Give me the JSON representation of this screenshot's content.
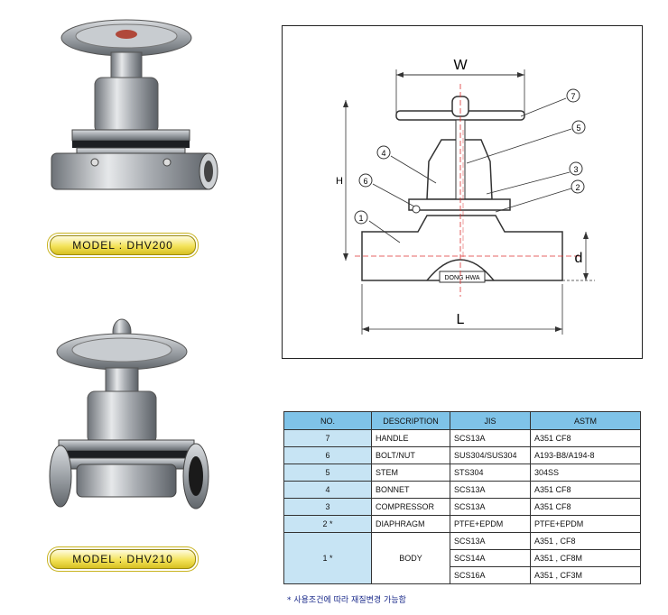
{
  "models": [
    {
      "label": "MODEL : DHV200"
    },
    {
      "label": "MODEL : DHV210"
    }
  ],
  "drawing": {
    "dim_w": "W",
    "dim_h": "H",
    "dim_l": "L",
    "dim_d": "d",
    "brand": "DONG HWA",
    "callouts": [
      "1",
      "2",
      "3",
      "4",
      "5",
      "6",
      "7"
    ]
  },
  "table": {
    "headers": [
      "NO.",
      "DESCRIPTION",
      "JIS",
      "ASTM"
    ],
    "rows": [
      {
        "no": "7",
        "desc": "HANDLE",
        "jis": "SCS13A",
        "astm": "A351 CF8"
      },
      {
        "no": "6",
        "desc": "BOLT/NUT",
        "jis": "SUS304/SUS304",
        "astm": "A193-B8/A194-8"
      },
      {
        "no": "5",
        "desc": "STEM",
        "jis": "STS304",
        "astm": "304SS"
      },
      {
        "no": "4",
        "desc": "BONNET",
        "jis": "SCS13A",
        "astm": "A351 CF8"
      },
      {
        "no": "3",
        "desc": "COMPRESSOR",
        "jis": "SCS13A",
        "astm": "A351 CF8"
      },
      {
        "no": "2 *",
        "desc": "DIAPHRAGM",
        "jis": "PTFE+EPDM",
        "astm": "PTFE+EPDM"
      }
    ],
    "body_row": {
      "no": "1 *",
      "desc": "BODY",
      "options": [
        {
          "jis": "SCS13A",
          "astm": "A351 , CF8"
        },
        {
          "jis": "SCS14A",
          "astm": "A351 , CF8M"
        },
        {
          "jis": "SCS16A",
          "astm": "A351 , CF3M"
        }
      ]
    }
  },
  "note": "* 사용조건에 따라 재질변경 가능함"
}
